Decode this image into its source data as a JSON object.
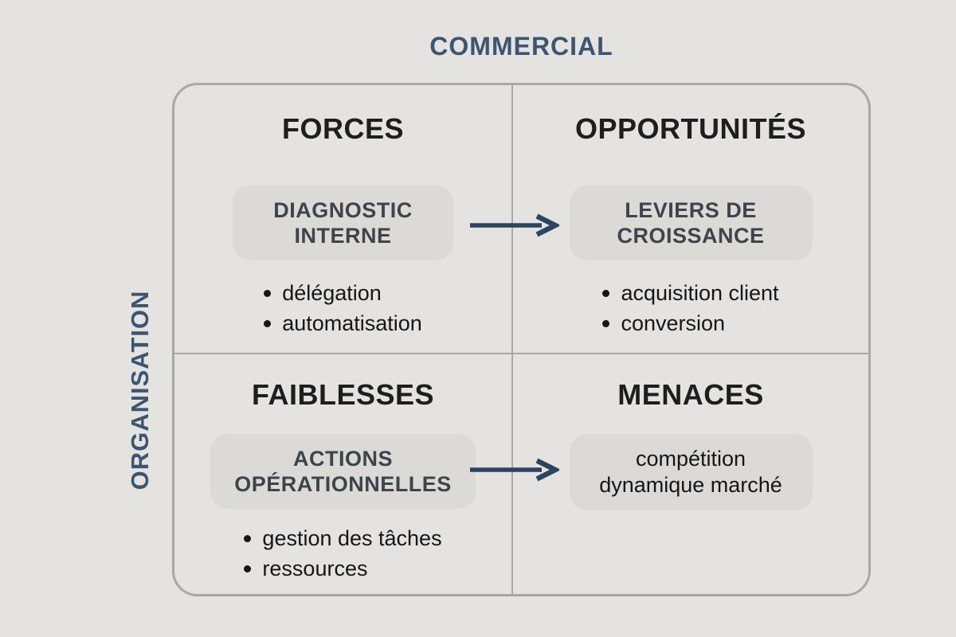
{
  "colors": {
    "background": "#e4e3e0",
    "border": "#a9a8a5",
    "heading_text": "#1d1e1f",
    "pill_background": "#dbdad6",
    "pill_title_text": "#3e444b",
    "axis_label_text": "#3c5672",
    "arrow": "#2c4361",
    "body_text": "#161616"
  },
  "axis": {
    "top_label": "COMMERCIAL",
    "left_label": "ORGANISATION"
  },
  "quadrants": [
    {
      "id": "forces",
      "title": "FORCES",
      "pill_lines": [
        "DIAGNOSTIC",
        "INTERNE"
      ],
      "bullets": [
        "délégation",
        "automatisation"
      ]
    },
    {
      "id": "opportunites",
      "title": "OPPORTUNITÉS",
      "pill_lines": [
        "LEVIERS DE",
        "CROISSANCE"
      ],
      "bullets": [
        "acquisition client",
        "conversion"
      ]
    },
    {
      "id": "faiblesses",
      "title": "FAIBLESSES",
      "pill_lines": [
        "ACTIONS",
        "OPÉRATIONNELLES"
      ],
      "bullets": [
        "gestion des tâches",
        "ressources"
      ]
    },
    {
      "id": "menaces",
      "title": "MENACES",
      "pill_lines": [
        "compétition",
        "dynamique marché"
      ],
      "bullets": []
    }
  ]
}
